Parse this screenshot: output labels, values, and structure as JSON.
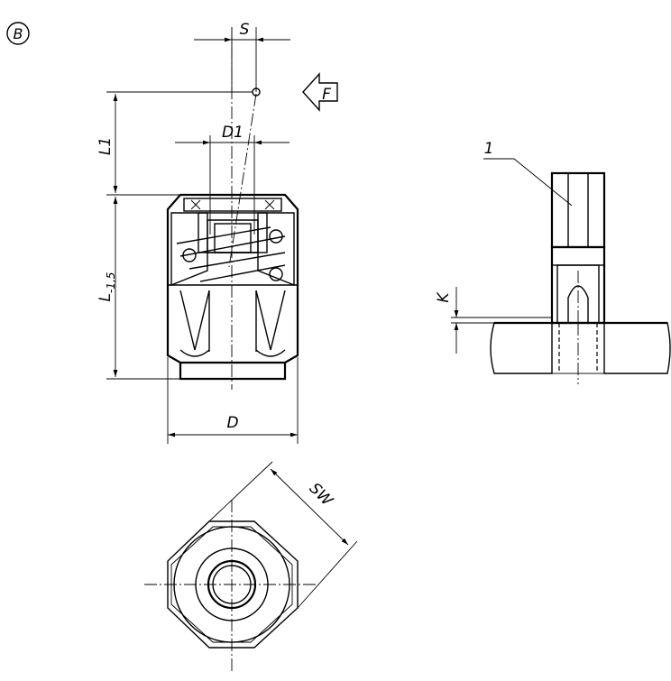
{
  "view_marker": "B",
  "labels": {
    "s": "S",
    "force": "F",
    "d1": "D1",
    "l1": "L1",
    "l_main": "L",
    "l_tolerance": "-1,5",
    "d": "D",
    "sw": "SW",
    "item_one": "1",
    "k": "K"
  }
}
